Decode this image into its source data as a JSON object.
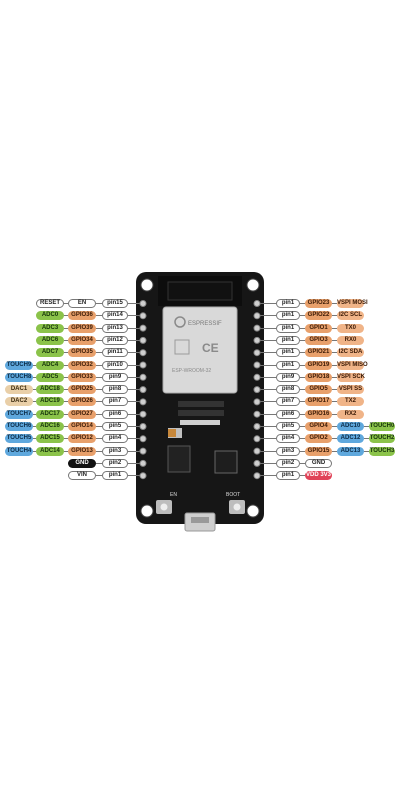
{
  "left_rows": [
    [
      {
        "t": "RESET",
        "c": "white"
      },
      {
        "t": "EN",
        "c": "white"
      },
      {
        "t": "pin15",
        "c": "white"
      }
    ],
    [
      {
        "t": "ADC0",
        "c": "green"
      },
      {
        "t": "GPIO36",
        "c": "orange"
      },
      {
        "t": "pin14",
        "c": "white"
      }
    ],
    [
      {
        "t": "ADC3",
        "c": "green"
      },
      {
        "t": "GPIO39",
        "c": "orange"
      },
      {
        "t": "pin13",
        "c": "white"
      }
    ],
    [
      {
        "t": "ADC6",
        "c": "green"
      },
      {
        "t": "GPIO34",
        "c": "orange"
      },
      {
        "t": "pin12",
        "c": "white"
      }
    ],
    [
      {
        "t": "ADC7",
        "c": "green"
      },
      {
        "t": "GPIO35",
        "c": "orange"
      },
      {
        "t": "pin11",
        "c": "white"
      }
    ],
    [
      {
        "t": "TOUCH9",
        "c": "blue"
      },
      {
        "t": "ADC4",
        "c": "green"
      },
      {
        "t": "GPIO32",
        "c": "orange"
      },
      {
        "t": "pin10",
        "c": "white"
      }
    ],
    [
      {
        "t": "TOUCH8",
        "c": "blue"
      },
      {
        "t": "ADC5",
        "c": "green"
      },
      {
        "t": "GPIO33",
        "c": "orange"
      },
      {
        "t": "pin9",
        "c": "white"
      }
    ],
    [
      {
        "t": "DAC1",
        "c": "beige"
      },
      {
        "t": "ADC18",
        "c": "green"
      },
      {
        "t": "GPIO25",
        "c": "orange"
      },
      {
        "t": "pin8",
        "c": "white"
      }
    ],
    [
      {
        "t": "DAC2",
        "c": "beige"
      },
      {
        "t": "ADC19",
        "c": "green"
      },
      {
        "t": "GPIO26",
        "c": "orange"
      },
      {
        "t": "pin7",
        "c": "white"
      }
    ],
    [
      {
        "t": "TOUCH7",
        "c": "blue"
      },
      {
        "t": "ADC17",
        "c": "green"
      },
      {
        "t": "GPIO27",
        "c": "orange"
      },
      {
        "t": "pin6",
        "c": "white"
      }
    ],
    [
      {
        "t": "TOUCH6",
        "c": "blue"
      },
      {
        "t": "ADC16",
        "c": "green"
      },
      {
        "t": "GPIO14",
        "c": "orange"
      },
      {
        "t": "pin5",
        "c": "white"
      }
    ],
    [
      {
        "t": "TOUCH5",
        "c": "blue"
      },
      {
        "t": "ADC15",
        "c": "green"
      },
      {
        "t": "GPIO12",
        "c": "orange"
      },
      {
        "t": "pin4",
        "c": "white"
      }
    ],
    [
      {
        "t": "TOUCH4",
        "c": "blue"
      },
      {
        "t": "ADC14",
        "c": "green"
      },
      {
        "t": "GPIO13",
        "c": "orange"
      },
      {
        "t": "pin3",
        "c": "white"
      }
    ],
    [
      {
        "t": "GND",
        "c": "black"
      },
      {
        "t": "pin2",
        "c": "white"
      }
    ],
    [
      {
        "t": "VIN",
        "c": "white"
      },
      {
        "t": "pin1",
        "c": "white"
      }
    ]
  ],
  "right_rows": [
    [
      {
        "t": "pin1",
        "c": "white"
      },
      {
        "t": "GPIO23",
        "c": "orange"
      },
      {
        "t": "VSPI MOSI",
        "c": "orange-l"
      }
    ],
    [
      {
        "t": "pin1",
        "c": "white"
      },
      {
        "t": "GPIO22",
        "c": "orange"
      },
      {
        "t": "I2C SCL",
        "c": "orange-l"
      }
    ],
    [
      {
        "t": "pin1",
        "c": "white"
      },
      {
        "t": "GPIO1",
        "c": "orange"
      },
      {
        "t": "TX0",
        "c": "orange-l"
      }
    ],
    [
      {
        "t": "pin1",
        "c": "white"
      },
      {
        "t": "GPIO3",
        "c": "orange"
      },
      {
        "t": "RX0",
        "c": "orange-l"
      }
    ],
    [
      {
        "t": "pin1",
        "c": "white"
      },
      {
        "t": "GPIO21",
        "c": "orange"
      },
      {
        "t": "I2C SDA",
        "c": "orange-l"
      }
    ],
    [
      {
        "t": "pin1",
        "c": "white"
      },
      {
        "t": "GPIO19",
        "c": "orange"
      },
      {
        "t": "VSPI MISO",
        "c": "orange-l"
      }
    ],
    [
      {
        "t": "pin9",
        "c": "white"
      },
      {
        "t": "GPIO18",
        "c": "orange"
      },
      {
        "t": "VSPI SCK",
        "c": "orange-l"
      }
    ],
    [
      {
        "t": "pin8",
        "c": "white"
      },
      {
        "t": "GPIO5",
        "c": "orange"
      },
      {
        "t": "VSPI SS",
        "c": "orange-l"
      }
    ],
    [
      {
        "t": "pin7",
        "c": "white"
      },
      {
        "t": "GPIO17",
        "c": "orange"
      },
      {
        "t": "TX2",
        "c": "orange-l"
      }
    ],
    [
      {
        "t": "pin6",
        "c": "white"
      },
      {
        "t": "GPIO16",
        "c": "orange"
      },
      {
        "t": "RX2",
        "c": "orange-l"
      }
    ],
    [
      {
        "t": "pin5",
        "c": "white"
      },
      {
        "t": "GPIO4",
        "c": "orange"
      },
      {
        "t": "ADC10",
        "c": "blue"
      },
      {
        "t": "TOUCH0",
        "c": "green"
      }
    ],
    [
      {
        "t": "pin4",
        "c": "white"
      },
      {
        "t": "GPIO2",
        "c": "orange"
      },
      {
        "t": "ADC12",
        "c": "blue"
      },
      {
        "t": "TOUCH2",
        "c": "green"
      }
    ],
    [
      {
        "t": "pin3",
        "c": "white"
      },
      {
        "t": "GPIO15",
        "c": "orange"
      },
      {
        "t": "ADC13",
        "c": "blue"
      },
      {
        "t": "TOUCH3",
        "c": "green"
      }
    ],
    [
      {
        "t": "pin2",
        "c": "white"
      },
      {
        "t": "GND",
        "c": "white"
      }
    ],
    [
      {
        "t": "pin1",
        "c": "white"
      },
      {
        "t": "VDD 3V3",
        "c": "red"
      }
    ]
  ],
  "board": {
    "module_vendor": "ESPRESSIF",
    "module_name": "ESP-WROOM-32",
    "ce_mark": "CE",
    "en_button": "EN",
    "boot_button": "BOOT"
  },
  "colors": {
    "board": "#161616",
    "shield": "#d9d9d9",
    "green": "#8bc34a",
    "orange": "#e8a06b",
    "blue": "#5fa8dd",
    "beige": "#e9cfa8",
    "red": "#e04358"
  }
}
